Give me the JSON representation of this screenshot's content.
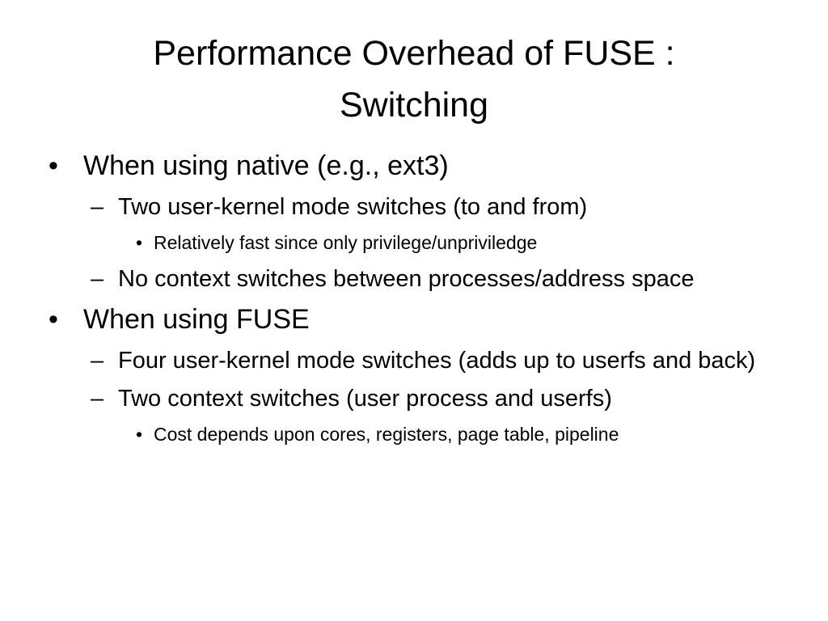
{
  "slide": {
    "title_line1": "Performance Overhead of FUSE :",
    "title_line2": "Switching",
    "bullets": [
      {
        "text": "When using native (e.g., ext3)",
        "subitems": [
          {
            "text": "Two user-kernel mode switches (to and from)",
            "subitems": [
              {
                "text": "Relatively fast since only privilege/unpriviledge"
              }
            ]
          },
          {
            "text": "No context switches between processes/address space"
          }
        ]
      },
      {
        "text": "When using FUSE",
        "subitems": [
          {
            "text": "Four user-kernel mode switches (adds up to userfs and back)"
          },
          {
            "text": "Two context switches (user process and userfs)",
            "subitems": [
              {
                "text": "Cost depends upon cores, registers, page table, pipeline"
              }
            ]
          }
        ]
      }
    ],
    "markers": {
      "level1": "•",
      "level2": "–",
      "level3": "•"
    }
  }
}
